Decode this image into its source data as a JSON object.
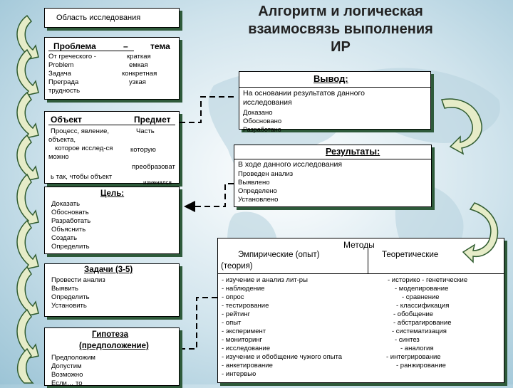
{
  "title": [
    "Алгоритм и логическая",
    "взаимосвязь выполнения",
    "ИР"
  ],
  "research_area": {
    "label": "Область исследования"
  },
  "problem_box": {
    "left_head": "Проблема",
    "dash": "–",
    "right_head": "тема",
    "left_lines": [
      "От греческого -",
      "Problem",
      "Задача",
      "Преграда",
      "трудность"
    ],
    "right_lines": [
      "краткая",
      "емкая",
      "конкретная",
      "узкая"
    ]
  },
  "object_box": {
    "left_head": "Объект",
    "right_head": "Предмет",
    "left_lines": [
      "Процесс, явление,",
      "объекта,",
      "которое исслед-ся",
      "можно"
    ],
    "right_lines": [
      "Часть",
      "",
      "которую",
      "",
      "преобразоват"
    ],
    "bottom_line": "ь так, чтобы объект",
    "bottom_right": "изменялся"
  },
  "goal_box": {
    "head": "Цель:",
    "items": [
      "Доказать",
      "Обосновать",
      "Разработать",
      "Объяснить",
      "Создать",
      "Определить"
    ]
  },
  "tasks_box": {
    "head": "Задачи (3-5)",
    "items": [
      "Провести анализ",
      "Выявить",
      "Определить",
      "Установить"
    ]
  },
  "hypothesis_box": {
    "head_lines": [
      "Гипотеза",
      "(предположение)"
    ],
    "items": [
      "Предположим",
      "Допустим",
      "Возможно",
      "Если… то"
    ]
  },
  "conclusion_box": {
    "head": "Вывод:",
    "intro_lines": [
      "На основании результатов данного",
      "исследования"
    ],
    "items": [
      "Доказано",
      "Обосновано",
      "Разработано"
    ]
  },
  "results_box": {
    "head": "Результаты:",
    "intro": "В ходе данного исследования",
    "items": [
      "Проведен анализ",
      "Выявлено",
      "Определено",
      "Установлено"
    ]
  },
  "methods_box": {
    "head": "Методы",
    "empirical": "Эмпирические (опыт)",
    "theoretical": "Теоретические",
    "theory_note": "(теория)",
    "empirical_items": [
      "- изучение и анализ лит-ры",
      "- наблюдение",
      "- опрос",
      "- тестирование",
      "- рейтинг",
      "- опыт",
      "- эксперимент",
      "- мониторинг",
      "- исследование",
      "- изучение и обобщение чужого опыта",
      "- анкетирование",
      "- интервью"
    ],
    "theoretical_items": [
      "- историко - генетические",
      "- моделирование",
      "- сравнение",
      "- классификация",
      "- обобщение",
      "- абстрагирование",
      "- систематизация",
      "- синтез",
      "- аналогия",
      "- интегрирование",
      "- ранжирование"
    ]
  },
  "colors": {
    "arrow_fill": "#e6ecc8",
    "arrow_stroke": "#2f5b2f",
    "shadow": "#2e5a3a"
  }
}
